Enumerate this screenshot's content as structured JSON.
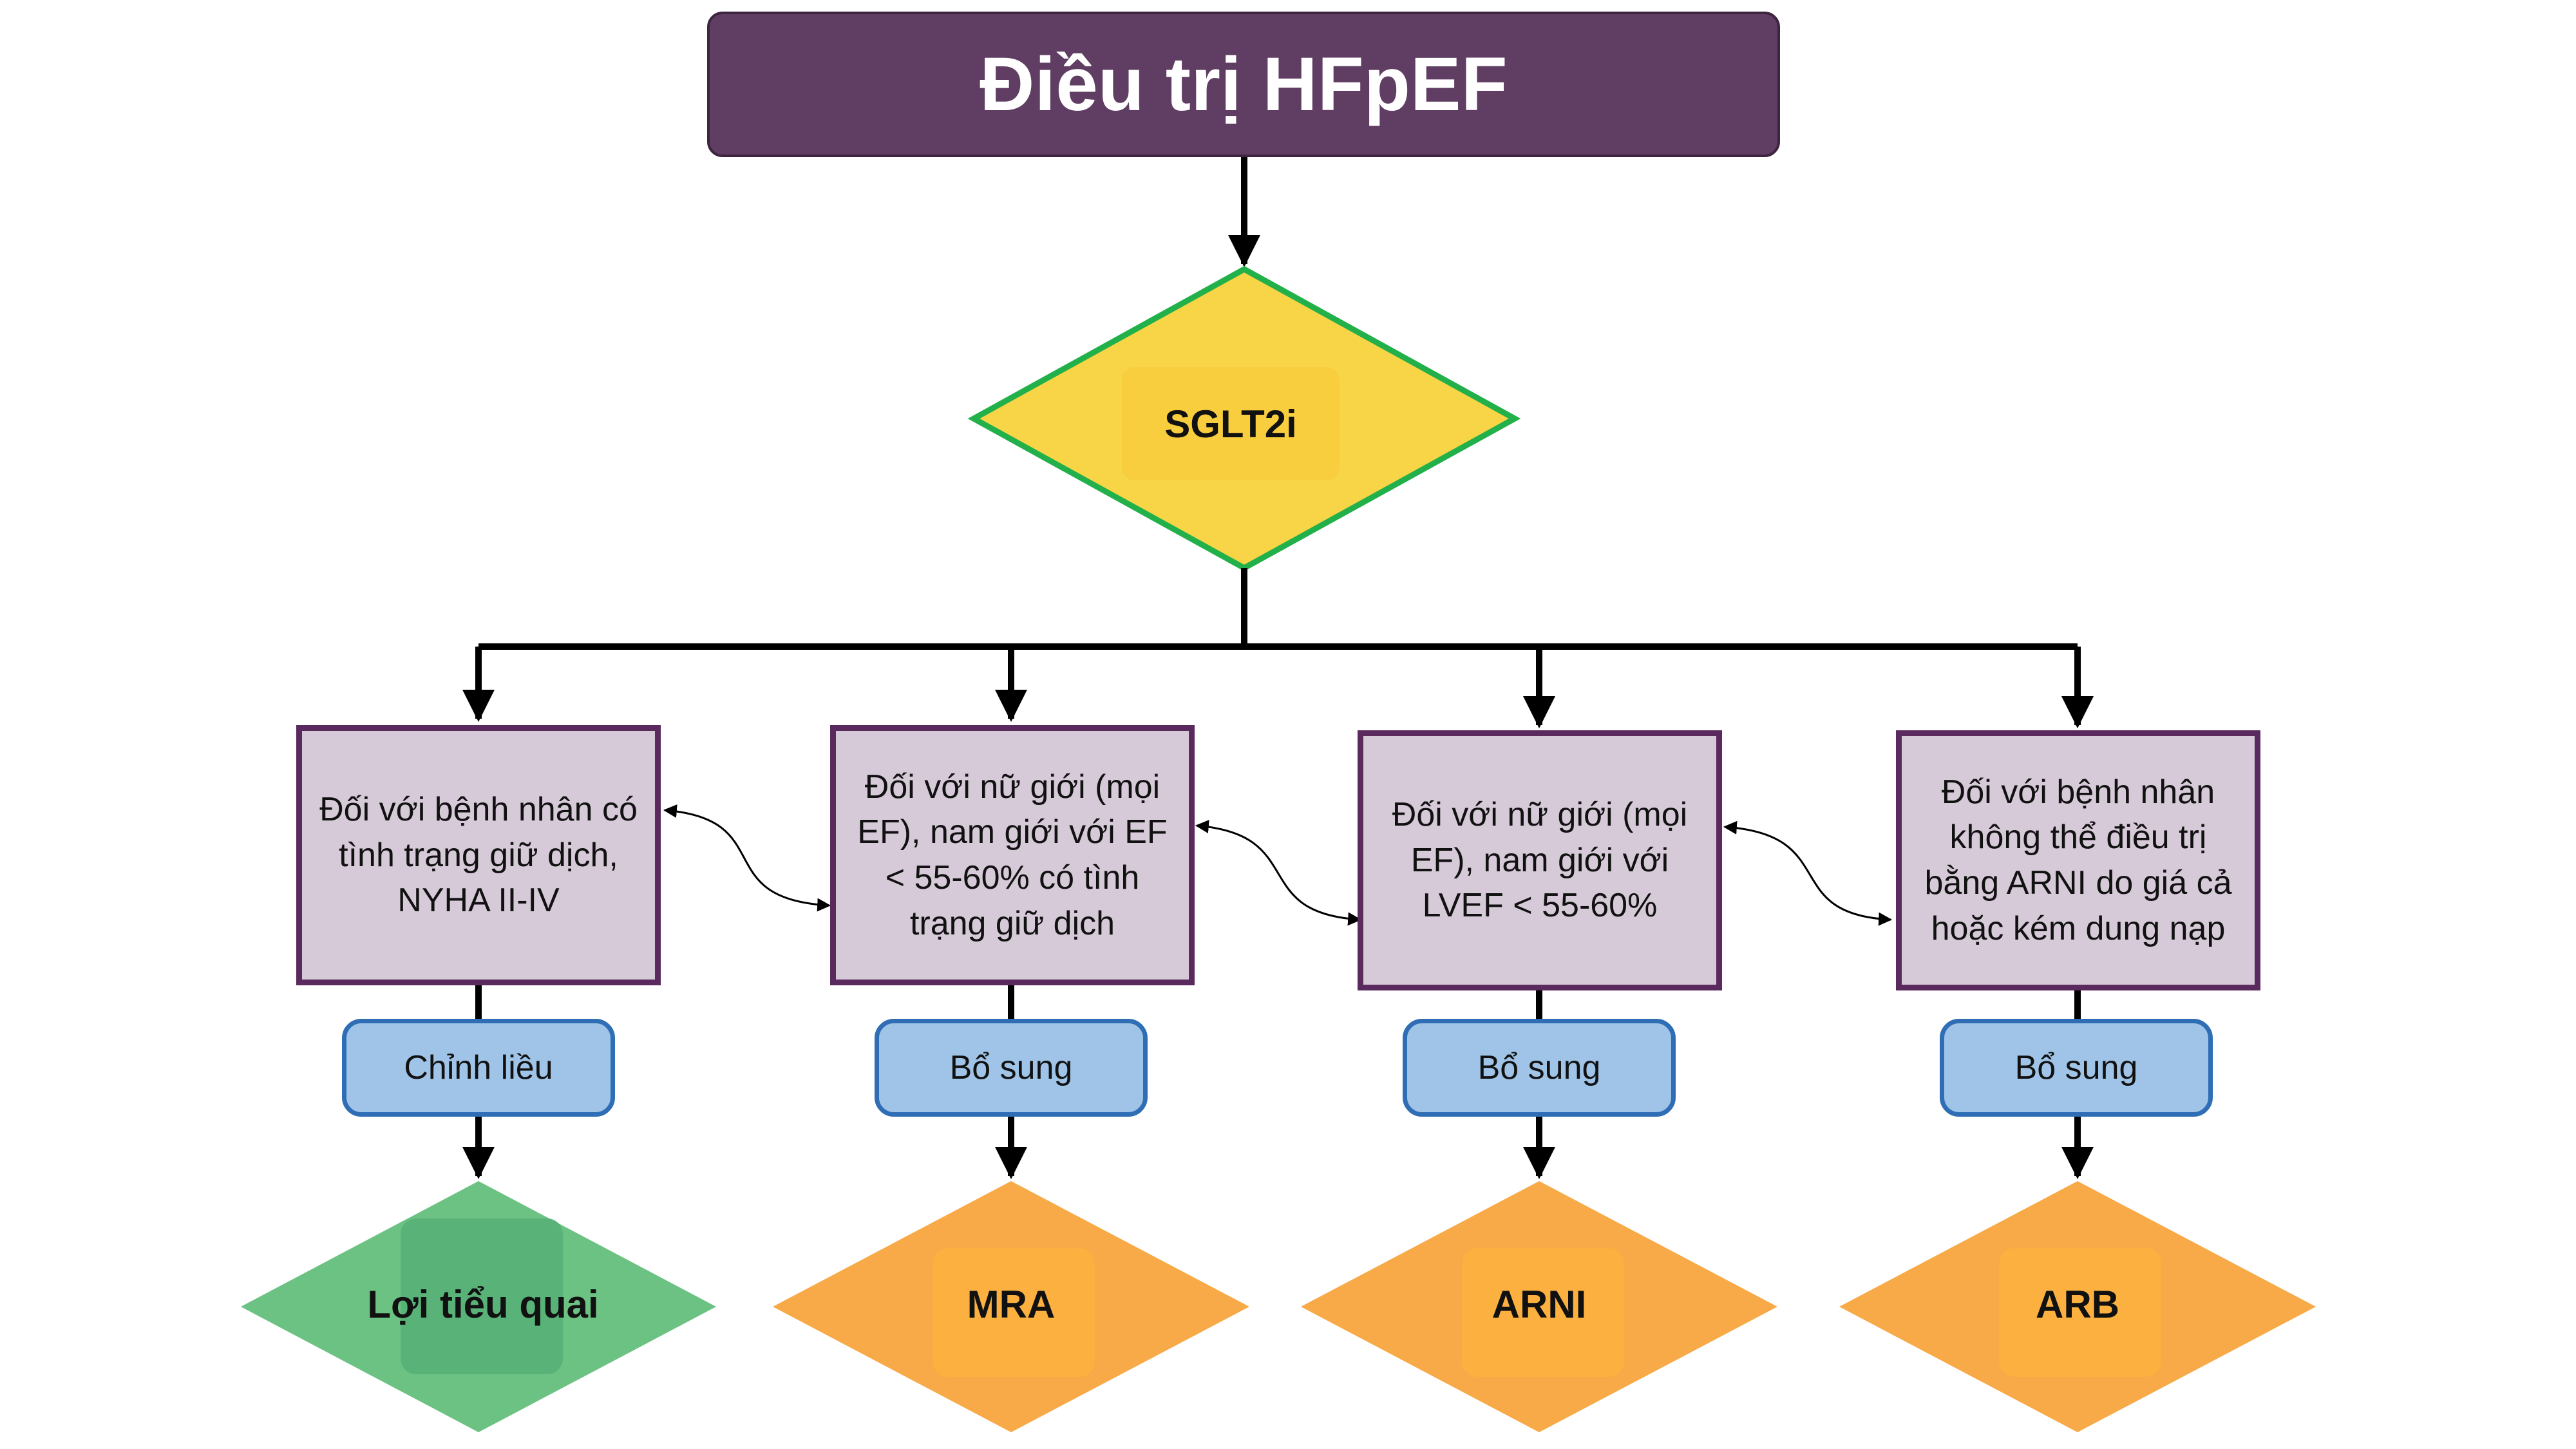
{
  "title": "Điều trị HFpEF",
  "first_line": "SGLT2i",
  "branches": [
    {
      "condition": "Đối với bệnh nhân có tình trạng giữ dịch, NYHA II-IV",
      "action": "Chỉnh liều",
      "drug": "Lợi tiểu quai"
    },
    {
      "condition": "Đối với nữ giới (mọi EF), nam giới với EF < 55-60% có tình trạng giữ dịch",
      "action": "Bổ sung",
      "drug": "MRA"
    },
    {
      "condition": "Đối với nữ giới (mọi EF), nam giới với LVEF < 55-60%",
      "action": "Bổ sung",
      "drug": "ARNI"
    },
    {
      "condition": "Đối với bệnh nhân không thể điều trị bằng ARNI do giá cả hoặc kém dung nạp",
      "action": "Bổ sung",
      "drug": "ARB"
    }
  ],
  "colors": {
    "title_fill": "#603d62",
    "decision_fill": "#f8d546",
    "decision_border": "#22b04a",
    "condition_fill": "#d6c9d8",
    "condition_border": "#5a2a5e",
    "action_fill": "#9fc4e7",
    "action_border": "#2f6eb5",
    "diuretic_fill": "#6cc283",
    "drug_fill": "#f7aa47"
  }
}
